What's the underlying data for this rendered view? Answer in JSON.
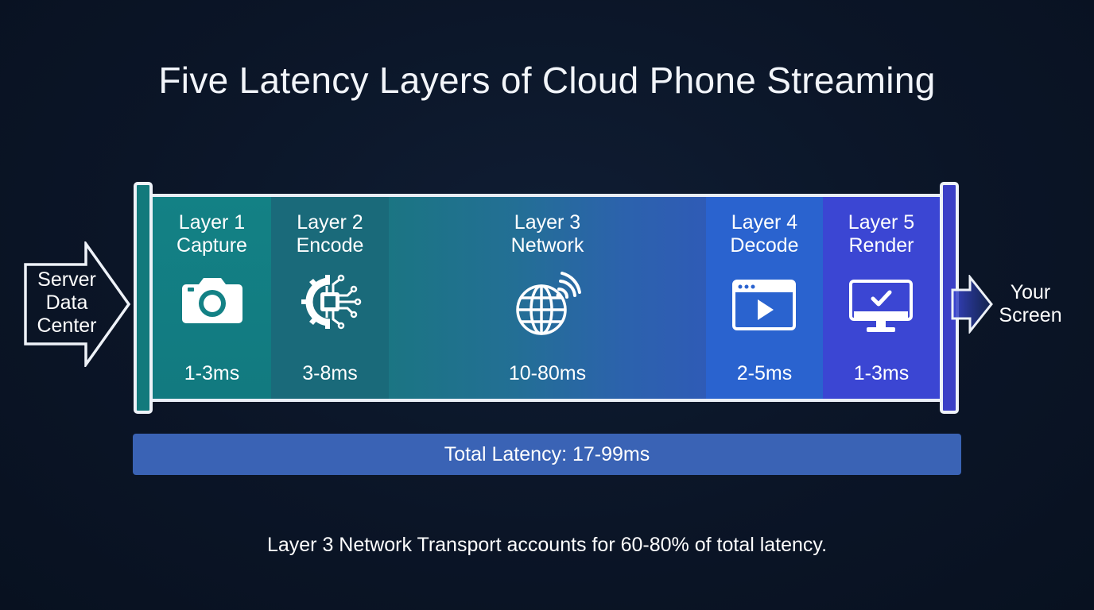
{
  "title": "Five Latency Layers of Cloud Phone Streaming",
  "source": {
    "lines": [
      "Server",
      "Data",
      "Center"
    ]
  },
  "destination": {
    "lines": [
      "Your",
      "Screen"
    ]
  },
  "layers": [
    {
      "name": "Layer 1",
      "stage": "Capture",
      "latency": "1-3ms",
      "icon": "camera-icon"
    },
    {
      "name": "Layer 2",
      "stage": "Encode",
      "latency": "3-8ms",
      "icon": "chip-gear-icon"
    },
    {
      "name": "Layer 3",
      "stage": "Network",
      "latency": "10-80ms",
      "icon": "globe-signal-icon"
    },
    {
      "name": "Layer 4",
      "stage": "Decode",
      "latency": "2-5ms",
      "icon": "video-player-icon"
    },
    {
      "name": "Layer 5",
      "stage": "Render",
      "latency": "1-3ms",
      "icon": "monitor-check-icon"
    }
  ],
  "total": "Total Latency: 17-99ms",
  "note": "Layer 3 Network Transport accounts for 60-80% of total latency.",
  "colors": {
    "background": "#0b1527",
    "layer1": "#138185",
    "layer2": "#1a6a7a",
    "layer3": "#236f95",
    "layer4": "#2a63cf",
    "layer5": "#3b46d3",
    "total_bar": "#3a63b5"
  }
}
